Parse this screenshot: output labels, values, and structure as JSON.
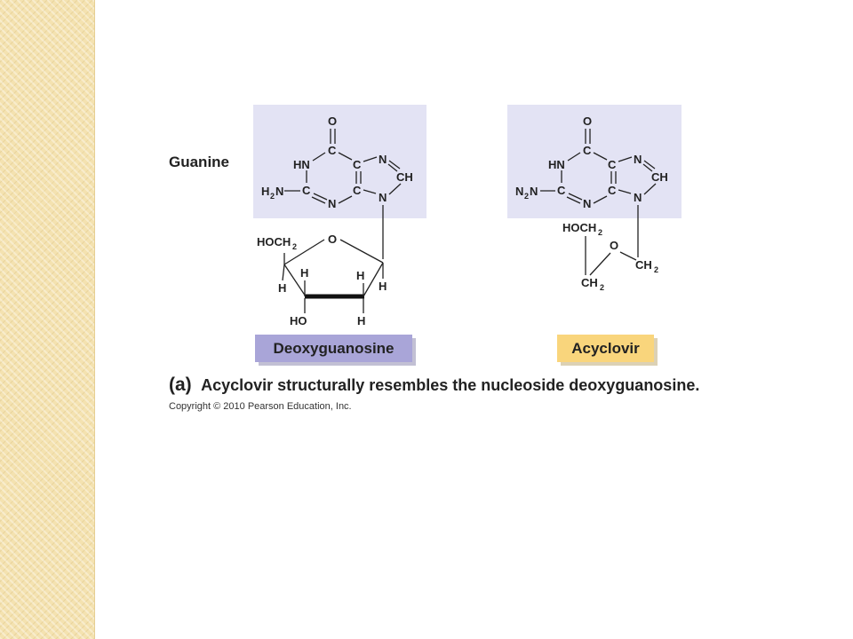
{
  "sidebar": {
    "color": "#f4e2b0"
  },
  "colors": {
    "guanine_box": "#e3e3f4",
    "deoxy_label_bg": "#a9a5d8",
    "acyclovir_label_bg": "#f9d57c"
  },
  "guanine_label": "Guanine",
  "deoxy": {
    "name": "Deoxyguanosine",
    "ring_atoms": {
      "O": "O",
      "C": "C",
      "HN": "HN",
      "N": "N",
      "CH": "CH",
      "H2N_H": "H",
      "H2N_N": "N",
      "H2N_sub": "2"
    },
    "sugar": {
      "HOCH": "HOCH",
      "HOCH_sub": "2",
      "O": "O",
      "H": "H",
      "HO": "HO"
    }
  },
  "acyclovir": {
    "name": "Acyclovir",
    "ring_atoms": {
      "O": "O",
      "C": "C",
      "HN": "HN",
      "N": "N",
      "CH": "CH",
      "N2N_a": "N",
      "N2N_sub": "2",
      "N2N_b": "N"
    },
    "chain": {
      "HOCH": "HOCH",
      "HOCH_sub": "2",
      "O": "O",
      "CH": "CH",
      "CH_sub": "2"
    }
  },
  "caption": {
    "prefix": "(a)",
    "text": "Acyclovir structurally resembles the nucleoside deoxyguanosine."
  },
  "copyright": "Copyright © 2010 Pearson Education, Inc."
}
